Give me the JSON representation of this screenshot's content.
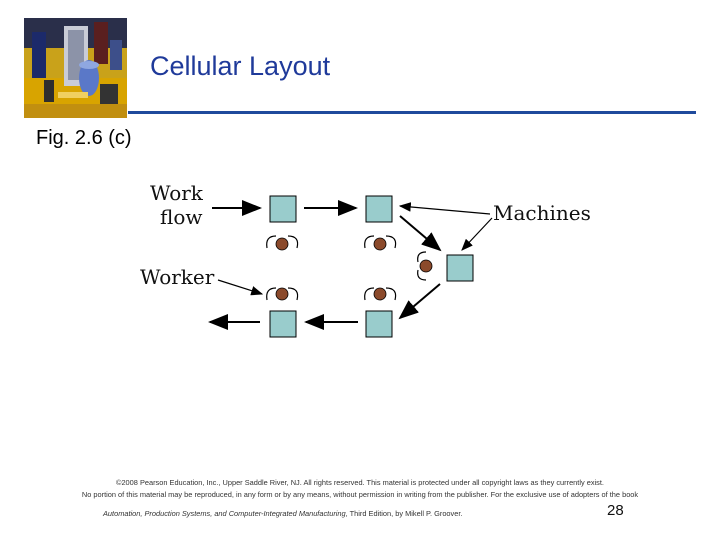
{
  "slide": {
    "title": "Cellular Layout",
    "subtitle": "Fig. 2.6 (c)",
    "page_number": "28"
  },
  "figure": {
    "label_work_line1": "Work",
    "label_work_line2": "flow",
    "label_worker": "Worker",
    "label_machines": "Machines",
    "machine_color": "#99cccc",
    "worker_head_color": "#8b4a2b"
  },
  "footer": {
    "copyright_line1": "©2008 Pearson Education, Inc., Upper Saddle River, NJ. All rights reserved. This material is protected under all copyright laws as they currently exist.",
    "copyright_line2": "No portion of this material may be reproduced, in any form or by any means, without permission in writing from the publisher. For the exclusive use of adopters of the book",
    "book_title": "Automation, Production Systems, and Computer-Integrated Manufacturing",
    "book_edition": ", Third Edition, by Mikell P. Groover."
  }
}
